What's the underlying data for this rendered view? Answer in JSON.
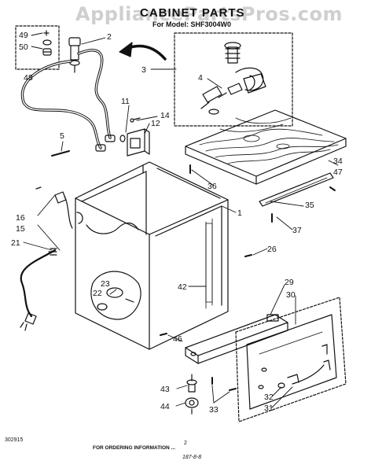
{
  "watermark": "AppliancePartsPros.com",
  "title": "CABINET PARTS",
  "subtitle": "For Model: SHF3004W0",
  "callouts": {
    "c49": "49",
    "c50": "50",
    "c48": "48",
    "c2": "2",
    "c3": "3",
    "c4": "4",
    "c11": "11",
    "c14": "14",
    "c12": "12",
    "c5": "5",
    "c36": "36",
    "c34": "34",
    "c47": "47",
    "c35": "35",
    "c1": "1",
    "c37": "37",
    "c16": "16",
    "c15": "15",
    "c21": "21",
    "c26": "26",
    "c23": "23",
    "c22": "22",
    "c42": "42",
    "c29": "29",
    "c30": "30",
    "c46": "46",
    "c43": "43",
    "c44": "44",
    "c33": "33",
    "c32": "32",
    "c31": "31"
  },
  "footer": {
    "code": "302915",
    "ordering": "FOR ORDERING INFORMATION ...",
    "page": "2",
    "rev": "187-8-8"
  },
  "colors": {
    "ink": "#111111",
    "watermark": "#cfcfcf",
    "paper": "#ffffff"
  }
}
